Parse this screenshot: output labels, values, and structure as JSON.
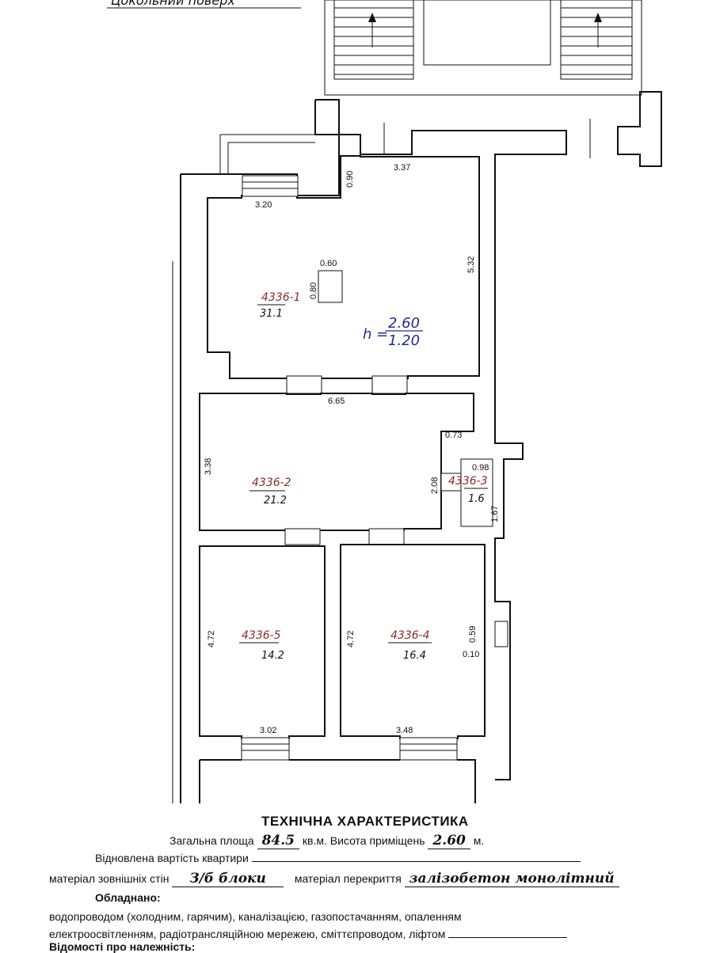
{
  "header_partial": "Цокольний поверх",
  "rooms": [
    {
      "code": "4336-1",
      "area": "31.1"
    },
    {
      "code": "4336-2",
      "area": "21.2"
    },
    {
      "code": "4336-3",
      "area": "1.6"
    },
    {
      "code": "4336-4",
      "area": "16.4"
    },
    {
      "code": "4336-5",
      "area": "14.2"
    }
  ],
  "height_note": {
    "prefix": "h =",
    "top": "2.60",
    "bottom": "1.20"
  },
  "dimensions": {
    "d_3_37": "3.37",
    "d_0_90": "0.90",
    "d_3_20": "3.20",
    "d_5_32": "5.32",
    "d_0_60": "0.60",
    "d_0_80": "0.80",
    "d_6_65": "6.65",
    "d_0_73": "0.73",
    "d_3_38": "3.38",
    "d_2_08": "2.08",
    "d_0_98": "0.98",
    "d_1_67": "1.67",
    "d_4_72_left": "4.72",
    "d_4_72_right": "4.72",
    "d_0_59": "0.59",
    "d_0_10": "0.10",
    "d_3_02": "3.02",
    "d_3_48": "3.48"
  },
  "tech": {
    "title": "ТЕХНІЧНА ХАРАКТЕРИСТИКА",
    "total_area_label": "Загальна площа",
    "total_area_value": "84.5",
    "area_unit": "кв.м.",
    "height_label": "Висота приміщень",
    "height_value": "2.60",
    "height_unit": "м.",
    "restored_cost_label": "Відновлена вартість квартири",
    "walls_label": "матеріал зовнішніх стін",
    "walls_value": "З/б блоки",
    "ceiling_label": "матеріал перекриття",
    "ceiling_value": "залізобетон монолітний",
    "equipped_label": "Обладнано:",
    "equipped_line1": "водопроводом (холодним, гарячим), каналізацією, газопостачанням, опаленням",
    "equipped_line2": "електроосвітленням, радіотрансляційною мережею, сміттєпроводом, ліфтом",
    "ownership_label": "Відомості про належність:"
  }
}
